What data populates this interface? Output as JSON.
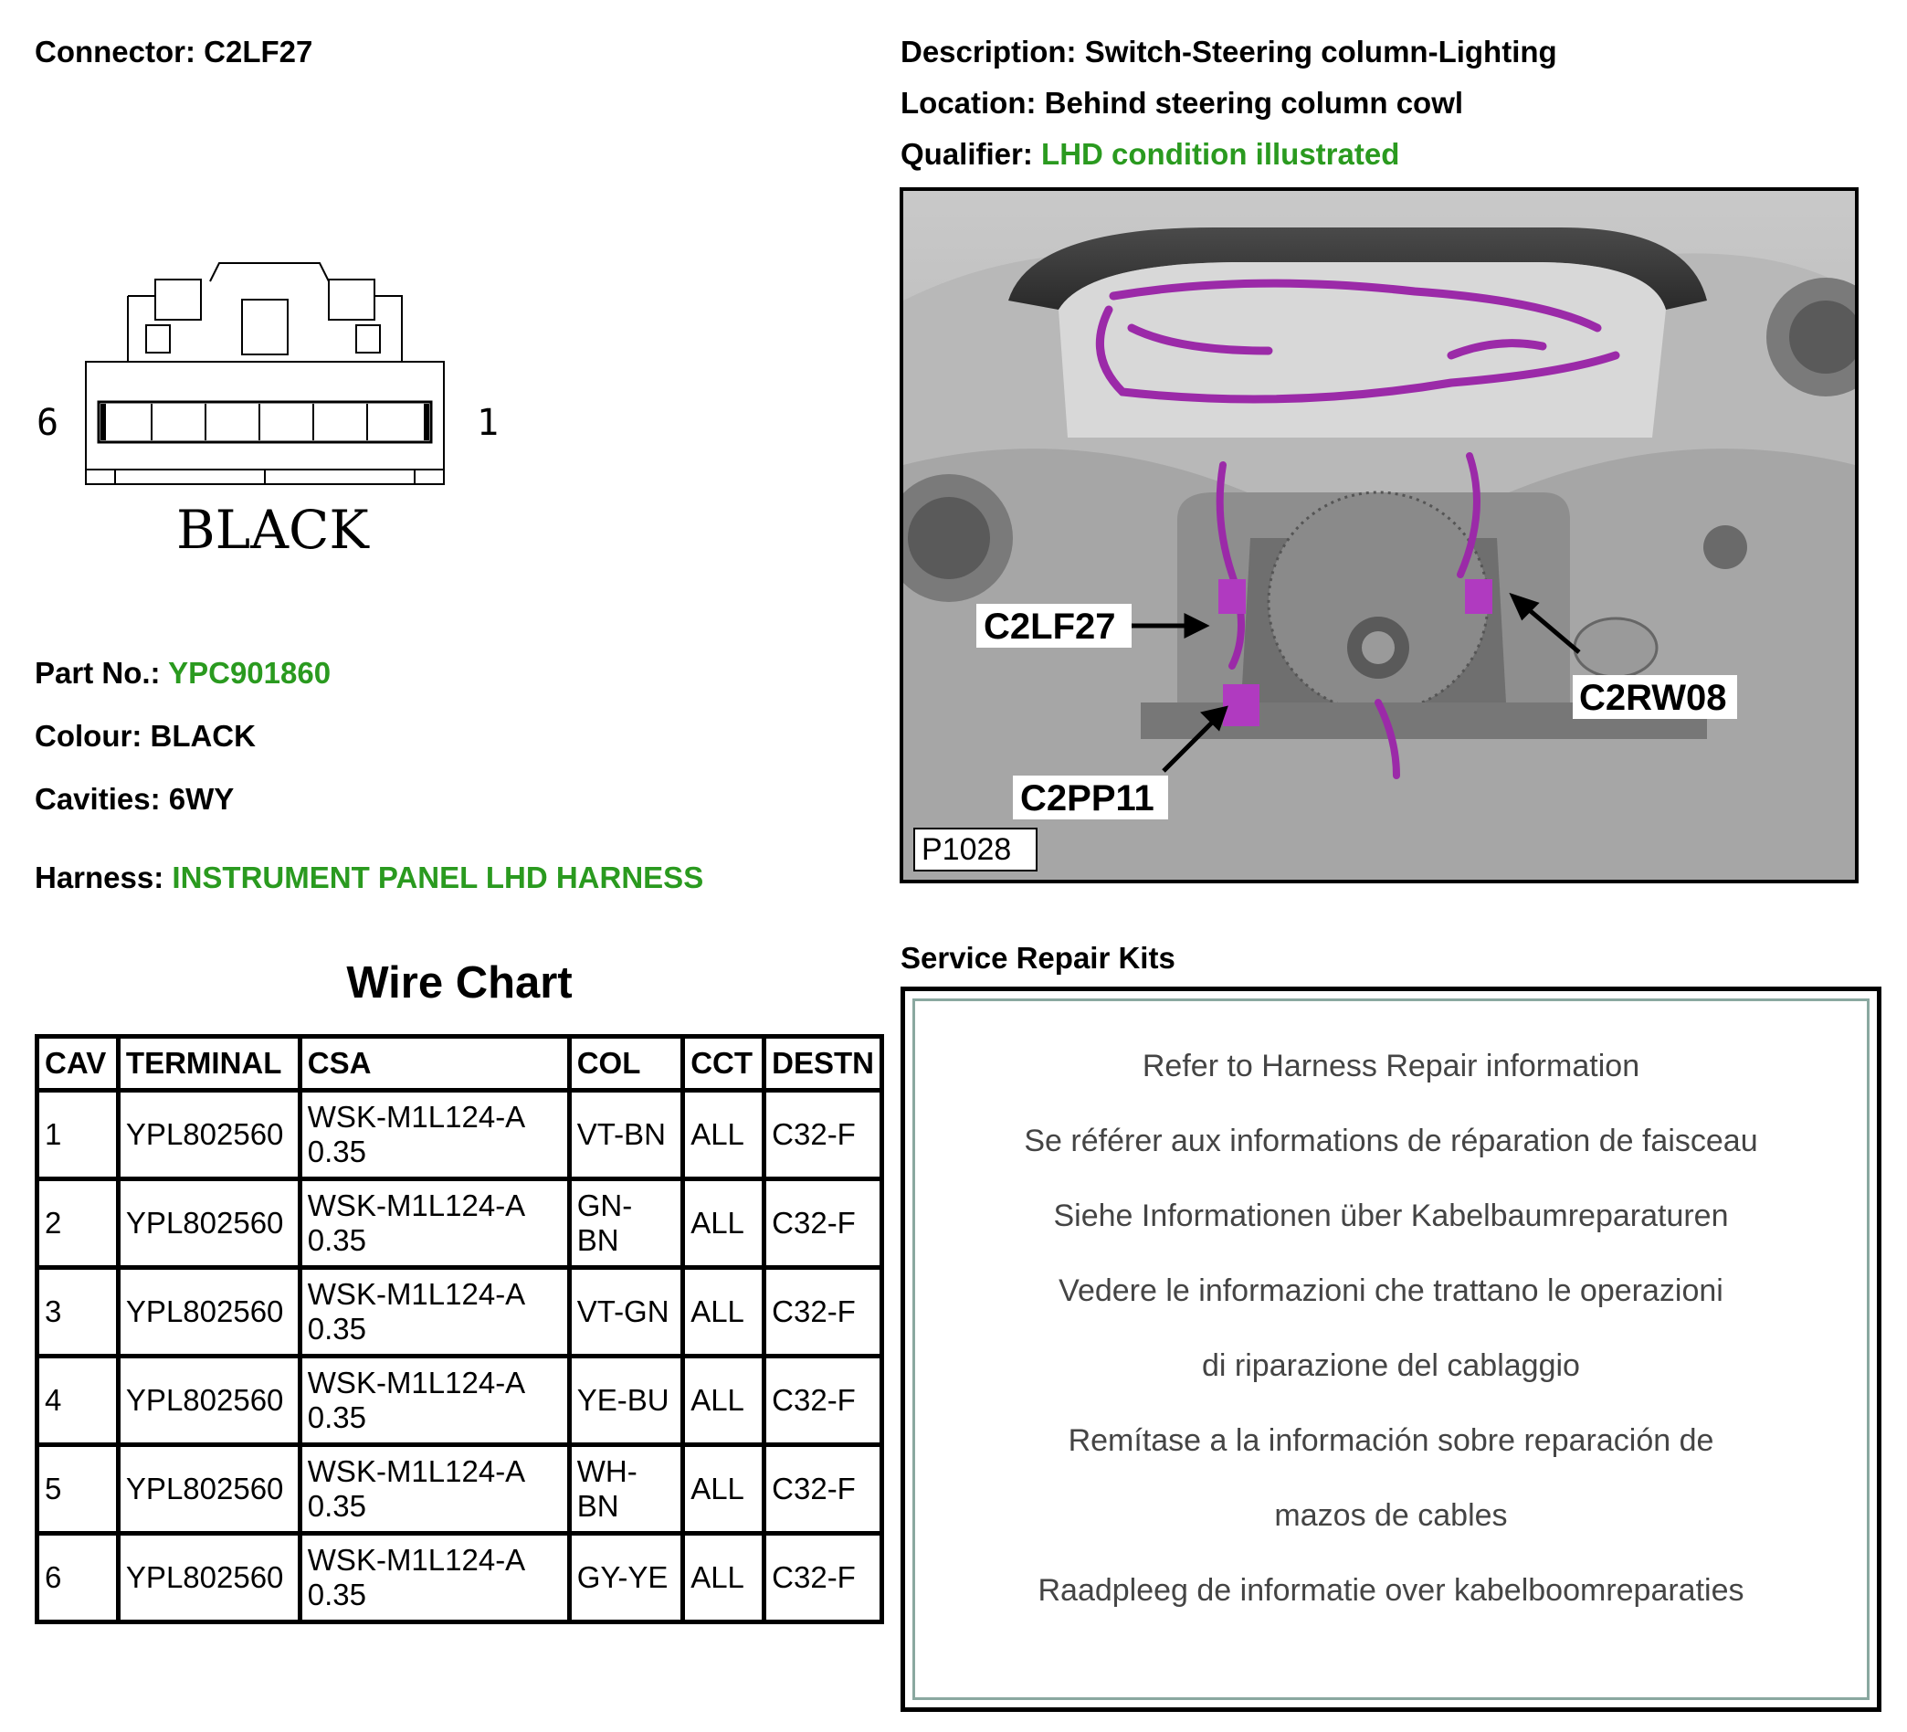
{
  "header": {
    "connector_label": "Connector:",
    "connector_value": "C2LF27",
    "description_label": "Description:",
    "description_value": "Switch-Steering column-Lighting",
    "location_label": "Location:",
    "location_value": "Behind steering column cowl",
    "qualifier_label": "Qualifier:",
    "qualifier_value": "LHD condition illustrated"
  },
  "pinout": {
    "left_pin": "6",
    "right_pin": "1",
    "colour_text": "BLACK"
  },
  "details": {
    "part_label": "Part No.:",
    "part_value": "YPC901860",
    "colour_label": "Colour:",
    "colour_value": "BLACK",
    "cavities_label": "Cavities:",
    "cavities_value": "6WY",
    "harness_label": "Harness:",
    "harness_value": "INSTRUMENT PANEL LHD HARNESS"
  },
  "wire_chart": {
    "title": "Wire Chart",
    "headers": [
      "CAV",
      "TERMINAL",
      "CSA",
      "COL",
      "CCT",
      "DESTN"
    ],
    "rows": [
      {
        "cav": "1",
        "terminal": "YPL802560",
        "csa_1": "WSK-M1L124-A",
        "csa_2": "0.35",
        "col_1": "VT-BN",
        "col_2": "",
        "cct": "ALL",
        "destn": "C32-F"
      },
      {
        "cav": "2",
        "terminal": "YPL802560",
        "csa_1": "WSK-M1L124-A",
        "csa_2": "0.35",
        "col_1": "GN-",
        "col_2": "BN",
        "cct": "ALL",
        "destn": "C32-F"
      },
      {
        "cav": "3",
        "terminal": "YPL802560",
        "csa_1": "WSK-M1L124-A",
        "csa_2": "0.35",
        "col_1": "VT-GN",
        "col_2": "",
        "cct": "ALL",
        "destn": "C32-F"
      },
      {
        "cav": "4",
        "terminal": "YPL802560",
        "csa_1": "WSK-M1L124-A",
        "csa_2": "0.35",
        "col_1": "YE-BU",
        "col_2": "",
        "cct": "ALL",
        "destn": "C32-F"
      },
      {
        "cav": "5",
        "terminal": "YPL802560",
        "csa_1": "WSK-M1L124-A",
        "csa_2": "0.35",
        "col_1": "WH-",
        "col_2": "BN",
        "cct": "ALL",
        "destn": "C32-F"
      },
      {
        "cav": "6",
        "terminal": "YPL802560",
        "csa_1": "WSK-M1L124-A",
        "csa_2": "0.35",
        "col_1": "GY-YE",
        "col_2": "",
        "cct": "ALL",
        "destn": "C32-F"
      }
    ]
  },
  "photo": {
    "callouts": [
      "C2LF27",
      "C2RW08",
      "C2PP11"
    ],
    "figure_id": "P1028"
  },
  "service_repair": {
    "title": "Service Repair Kits",
    "lines": [
      "Refer to Harness Repair information",
      "Se référer aux informations de réparation de faisceau",
      "Siehe Informationen über Kabelbaumreparaturen",
      "Vedere le informazioni che trattano le operazioni",
      "di riparazione del cablaggio",
      "Remítase a la información sobre reparación de",
      "mazos de cables",
      "Raadpleeg de informatie over kabelboomreparaties"
    ]
  },
  "colors": {
    "accent_green": "#2a9a1f",
    "harness_purple": "#9b2aa8",
    "box_inner_border": "#8aa8a0"
  }
}
